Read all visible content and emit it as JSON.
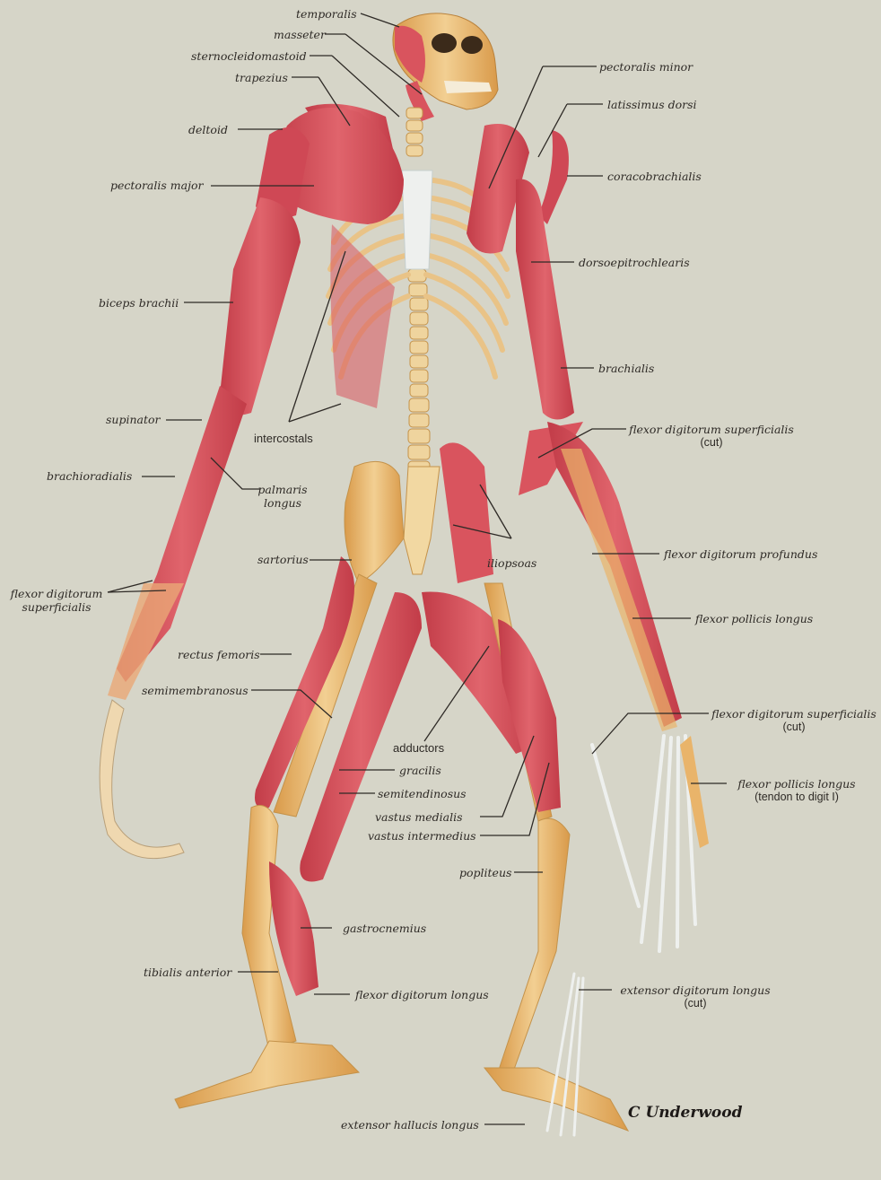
{
  "labels": {
    "temporalis": "temporalis",
    "masseter": "masseter",
    "sternocleidomastoid": "sternocleidomastoid",
    "trapezius": "trapezius",
    "deltoid": "deltoid",
    "pectoralis_major": "pectoralis major",
    "biceps_brachii": "biceps brachii",
    "supinator": "supinator",
    "brachioradialis": "brachioradialis",
    "flexor_dig_sup_left_1": "flexor digitorum",
    "flexor_dig_sup_left_2": "superficialis",
    "palmaris_1": "palmaris",
    "palmaris_2": "longus",
    "intercostals": "intercostals",
    "sartorius": "sartorius",
    "rectus_femoris": "rectus femoris",
    "semimembranosus": "semimembranosus",
    "adductors": "adductors",
    "gracilis": "gracilis",
    "semitendinosus": "semitendinosus",
    "vastus_medialis": "vastus medialis",
    "vastus_intermedius": "vastus intermedius",
    "popliteus": "popliteus",
    "gastrocnemius": "gastrocnemius",
    "tibialis_anterior": "tibialis anterior",
    "flexor_digitorum_longus": "flexor digitorum longus",
    "extensor_hallucis_longus": "extensor hallucis longus",
    "pectoralis_minor": "pectoralis minor",
    "latissimus_dorsi": "latissimus dorsi",
    "coracobrachialis": "coracobrachialis",
    "dorsoepitrochlearis": "dorsoepitrochlearis",
    "brachialis": "brachialis",
    "fds_cut_upper_1": "flexor digitorum superficialis",
    "fds_cut_upper_2": "(cut)",
    "iliopsoas": "iliopsoas",
    "flexor_digitorum_profundus": "flexor digitorum profundus",
    "flexor_pollicis_longus": "flexor pollicis longus",
    "fds_cut_lower_1": "flexor digitorum superficialis",
    "fds_cut_lower_2": "(cut)",
    "fpl_tendon_1": "flexor pollicis longus",
    "fpl_tendon_2": "(tendon to digit I)",
    "edl_cut_1": "extensor digitorum longus",
    "edl_cut_2": "(cut)"
  },
  "signature": "C Underwood",
  "colors": {
    "background": "#d6d5c8",
    "muscle": "#d9545e",
    "muscle_dark": "#b83844",
    "bone": "#e8b56a",
    "bone_light": "#f3d9a8",
    "tendon": "#eef0ee",
    "leader": "#2e2a26"
  }
}
